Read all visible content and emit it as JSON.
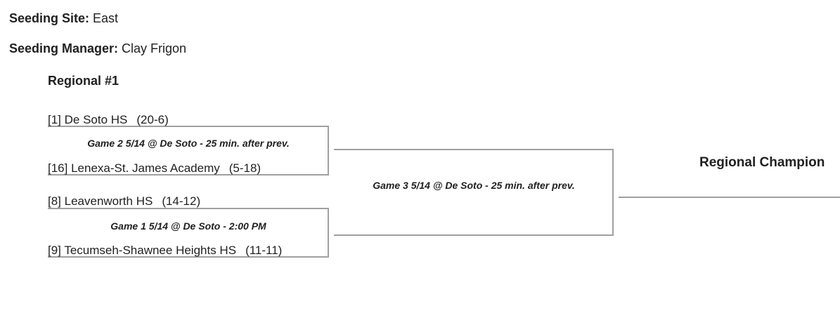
{
  "header": {
    "site_label": "Seeding Site:",
    "site_value": "East",
    "manager_label": "Seeding Manager:",
    "manager_value": "Clay Frigon"
  },
  "bracket": {
    "title": "Regional #1",
    "champion_label": "Regional Champion",
    "teams": [
      {
        "name": "[1] De Soto HS",
        "record": "(20-6)"
      },
      {
        "name": "[16] Lenexa-St. James Academy",
        "record": "(5-18)"
      },
      {
        "name": "[8] Leavenworth HS",
        "record": "(14-12)"
      },
      {
        "name": "[9] Tecumseh-Shawnee Heights HS",
        "record": "(11-11)"
      }
    ],
    "games": {
      "game2_label": "Game 2 5/14 @ De Soto - 25 min. after prev.",
      "game1_label": "Game 1 5/14 @ De Soto - 2:00 PM",
      "game3_label": "Game 3 5/14 @ De Soto - 25 min. after prev."
    }
  },
  "colors": {
    "text": "#212121",
    "bracket_line": "#a0a0a0",
    "background": "#ffffff"
  }
}
